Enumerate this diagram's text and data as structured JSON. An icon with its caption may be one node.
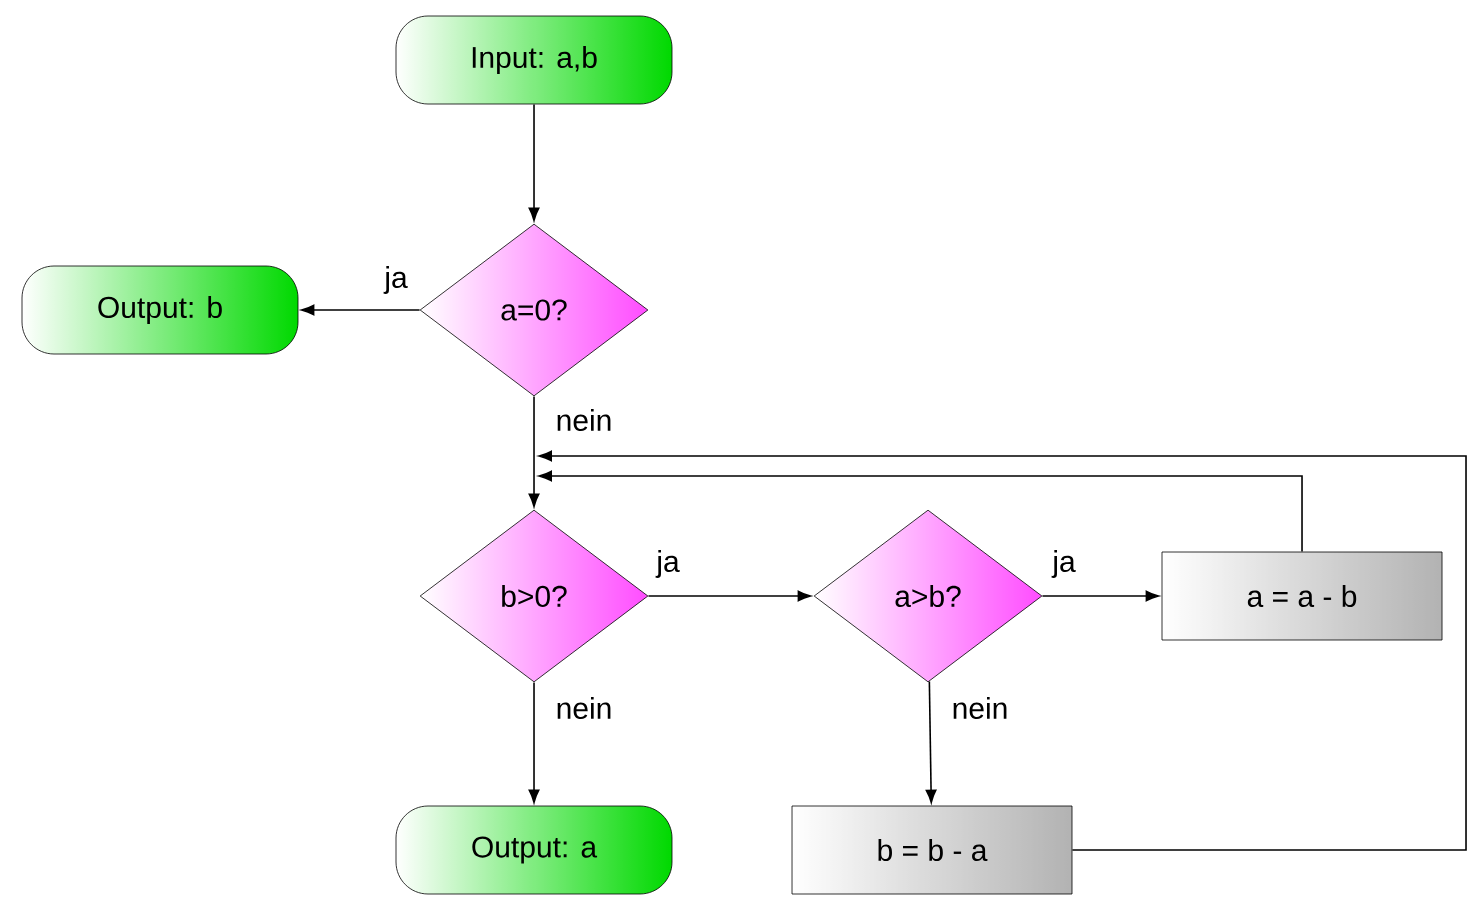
{
  "diagram": {
    "nodes": [
      {
        "text": [
          "Input: a,b"
        ]
      },
      {
        "text": [
          "a=0?"
        ]
      },
      {
        "text": [
          "Output: b"
        ]
      },
      {
        "text": [
          "b>0?"
        ]
      },
      {
        "text": [
          "a>b?"
        ]
      },
      {
        "text": [
          "a = a - b"
        ]
      },
      {
        "text": [
          "Output: a"
        ]
      },
      {
        "text": [
          "b = b - a"
        ]
      }
    ],
    "edges": [
      {
        "from": 0,
        "to": 1,
        "arrow": "to"
      },
      {
        "from": 1,
        "to": 2,
        "arrow": "to",
        "label": "ja"
      },
      {
        "from": 1,
        "to": 3,
        "arrow": "to",
        "label": "nein"
      },
      {
        "from": 3,
        "to": 4,
        "arrow": "to",
        "label": "ja"
      },
      {
        "from": 4,
        "to": 5,
        "arrow": "to",
        "label": "ja"
      },
      {
        "from": 3,
        "to": 6,
        "arrow": "to",
        "label": "nein"
      },
      {
        "from": 4,
        "to": 7,
        "arrow": "to",
        "label": "nein"
      },
      {
        "from": 5,
        "to": 3,
        "arrow": "to"
      },
      {
        "from": 7,
        "to": 3,
        "arrow": "to"
      }
    ]
  }
}
